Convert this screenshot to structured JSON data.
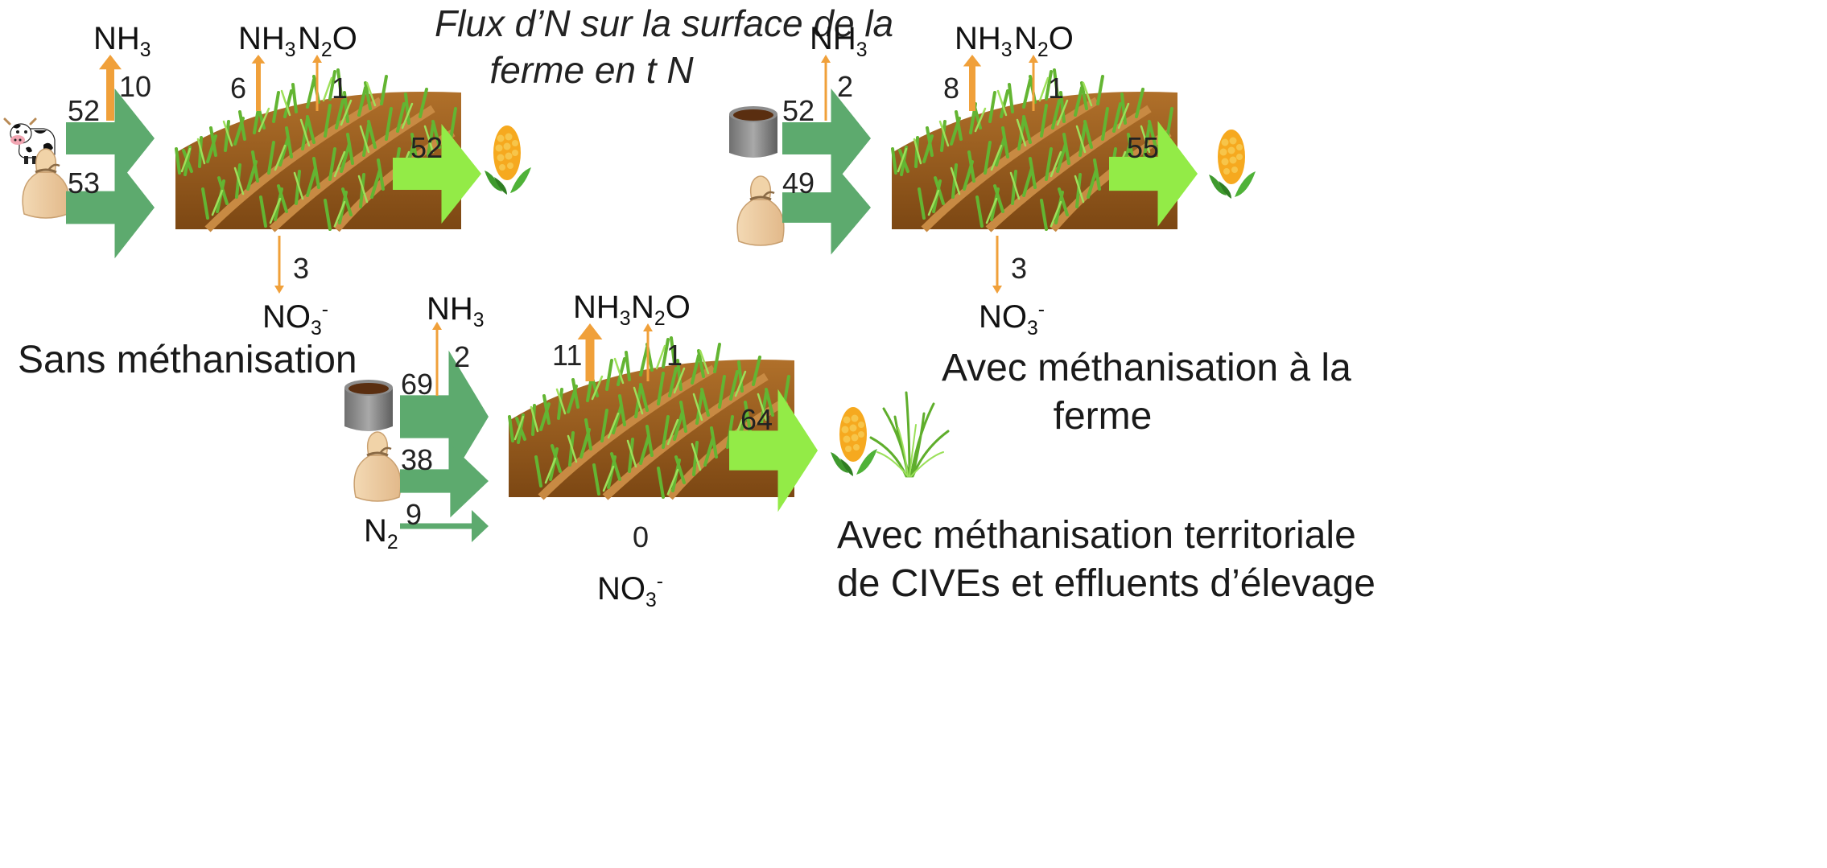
{
  "title": {
    "line1": "Flux d’N sur la surface de la",
    "line2": "ferme en t N"
  },
  "chem": {
    "nh3_base": "NH",
    "n2o_base": "N",
    "n2o_tail": "O",
    "no3_base": "NO",
    "n2_base": "N",
    "sub3": "3",
    "sub2": "2",
    "sup_minus": "-"
  },
  "scenarios": {
    "sans": {
      "label": "Sans méthanisation",
      "cow_input": "52",
      "mineral_input": "53",
      "nh3_storage": "10",
      "nh3_field": "6",
      "n2o_field": "1",
      "no3_leach": "3",
      "output": "52"
    },
    "ferme": {
      "label_line1": "Avec méthanisation à la",
      "label_line2": "ferme",
      "digestate_input": "52",
      "mineral_input": "49",
      "nh3_storage": "2",
      "nh3_field": "8",
      "n2o_field": "1",
      "no3_leach": "3",
      "output": "55"
    },
    "territoriale": {
      "label_line1": "Avec méthanisation territoriale",
      "label_line2": "de CIVEs et effluents d’élevage",
      "digestate_input": "69",
      "mineral_input": "38",
      "n2_input": "9",
      "nh3_storage": "2",
      "nh3_field": "11",
      "n2o_field": "1",
      "no3_leach": "0",
      "output": "64"
    }
  },
  "colors": {
    "input_arrow": "#5daa6e",
    "output_arrow": "#93eb47",
    "emission_arrow": "#f0a03a",
    "soil": "#9a5b1c",
    "crop": "#6cc23a"
  }
}
